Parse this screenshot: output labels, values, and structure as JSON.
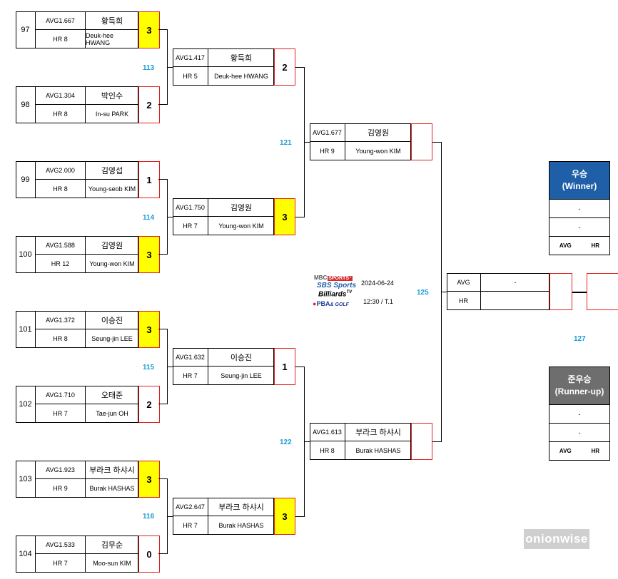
{
  "matches": [
    {
      "id": "m97",
      "number": "97",
      "avg": "AVG1.667",
      "hr": "HR 8",
      "name_ko": "황득희",
      "name_en": "Deuk-hee HWANG",
      "score": "3",
      "win": true
    },
    {
      "id": "m98",
      "number": "98",
      "avg": "AVG1.304",
      "hr": "HR 8",
      "name_ko": "박인수",
      "name_en": "In-su PARK",
      "score": "2",
      "win": false
    },
    {
      "id": "m99",
      "number": "99",
      "avg": "AVG2.000",
      "hr": "HR 8",
      "name_ko": "김영섭",
      "name_en": "Young-seob KIM",
      "score": "1",
      "win": false
    },
    {
      "id": "m100",
      "number": "100",
      "avg": "AVG1.588",
      "hr": "HR 12",
      "name_ko": "김영원",
      "name_en": "Young-won KIM",
      "score": "3",
      "win": true
    },
    {
      "id": "m101",
      "number": "101",
      "avg": "AVG1.372",
      "hr": "HR 8",
      "name_ko": "이승진",
      "name_en": "Seung-jin LEE",
      "score": "3",
      "win": true
    },
    {
      "id": "m102",
      "number": "102",
      "avg": "AVG1.710",
      "hr": "HR 7",
      "name_ko": "오태준",
      "name_en": "Tae-jun OH",
      "score": "2",
      "win": false
    },
    {
      "id": "m103",
      "number": "103",
      "avg": "AVG1.923",
      "hr": "HR 9",
      "name_ko": "부라크 하샤시",
      "name_en": "Burak HASHAS",
      "score": "3",
      "win": true
    },
    {
      "id": "m104",
      "number": "104",
      "avg": "AVG1.533",
      "hr": "HR 7",
      "name_ko": "김무순",
      "name_en": "Moo-sun KIM",
      "score": "0",
      "win": false
    },
    {
      "id": "m113",
      "avg": "AVG1.417",
      "hr": "HR 5",
      "name_ko": "황득희",
      "name_en": "Deuk-hee HWANG",
      "score": "2",
      "win": false
    },
    {
      "id": "m114",
      "avg": "AVG1.750",
      "hr": "HR 7",
      "name_ko": "김영원",
      "name_en": "Young-won KIM",
      "score": "3",
      "win": true
    },
    {
      "id": "m115",
      "avg": "AVG1.632",
      "hr": "HR 7",
      "name_ko": "이승진",
      "name_en": "Seung-jin LEE",
      "score": "1",
      "win": false
    },
    {
      "id": "m116",
      "avg": "AVG2.647",
      "hr": "HR 7",
      "name_ko": "부라크 하샤시",
      "name_en": "Burak HASHAS",
      "score": "3",
      "win": true
    },
    {
      "id": "m121",
      "avg": "AVG1.677",
      "hr": "HR 9",
      "name_ko": "김영원",
      "name_en": "Young-won KIM",
      "score": "",
      "win": false
    },
    {
      "id": "m122",
      "avg": "AVG1.613",
      "hr": "HR 8",
      "name_ko": "부라크 하샤시",
      "name_en": "Burak HASHAS",
      "score": "",
      "win": false
    }
  ],
  "final": {
    "avg": "AVG",
    "hr": "HR",
    "name": "-"
  },
  "labels": {
    "l113": "113",
    "l114": "114",
    "l115": "115",
    "l116": "116",
    "l121": "121",
    "l122": "122",
    "l125": "125",
    "l127": "127"
  },
  "winner": {
    "title_ko": "우승",
    "title_en": "(Winner)",
    "row1": "-",
    "row2": "-",
    "avg": "AVG",
    "hr": "HR",
    "color": "#1f5fa8"
  },
  "runnerup": {
    "title_ko": "준우승",
    "title_en": "(Runner-up)",
    "row1": "-",
    "row2": "-",
    "avg": "AVG",
    "hr": "HR",
    "color": "#6e6e6e"
  },
  "event": {
    "date": "2024-06-24",
    "time": "12:30 / T.1"
  },
  "logos": {
    "mbc": "MBC",
    "mbc_sports": "SPORTS⁺",
    "sbs": "SBS Sports",
    "billiards": "Billiards",
    "tv": "TV",
    "pba": "PBA",
    "golf": "& GOLF"
  },
  "watermark": "onionwise"
}
